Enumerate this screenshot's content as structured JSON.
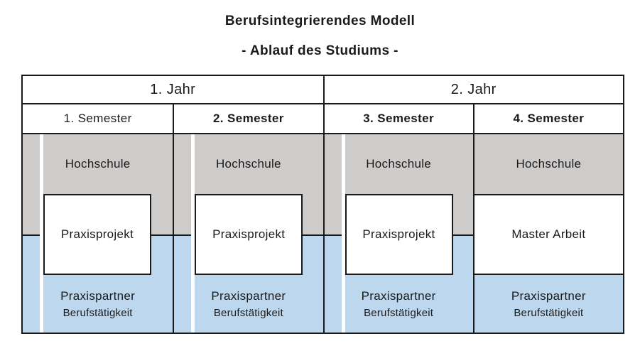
{
  "title": "Berufsintegrierendes Modell",
  "subtitle": "- Ablauf des Studiums -",
  "colors": {
    "gray": "#cecccb",
    "blue": "#bdd7ee",
    "border": "#1a1a1a",
    "text": "#1a1a1a"
  },
  "table": {
    "years": [
      {
        "label": "1. Jahr"
      },
      {
        "label": "2. Jahr"
      }
    ],
    "semesters": [
      {
        "label": "1. Semester"
      },
      {
        "label": "2. Semester"
      },
      {
        "label": "3. Semester"
      },
      {
        "label": "4. Semester"
      }
    ],
    "columns": [
      {
        "institution": "Hochschule",
        "middle": "Praxisprojekt",
        "middle_type": "boxed",
        "partner": "Praxispartner",
        "occupation": "Berufstätigkeit"
      },
      {
        "institution": "Hochschule",
        "middle": "Praxisprojekt",
        "middle_type": "boxed",
        "partner": "Praxispartner",
        "occupation": "Berufstätigkeit"
      },
      {
        "institution": "Hochschule",
        "middle": "Praxisprojekt",
        "middle_type": "boxed",
        "partner": "Praxispartner",
        "occupation": "Berufstätigkeit"
      },
      {
        "institution": "Hochschule",
        "middle": "Master Arbeit",
        "middle_type": "full-width-band",
        "partner": "Praxispartner",
        "occupation": "Berufstätigkeit"
      }
    ]
  }
}
